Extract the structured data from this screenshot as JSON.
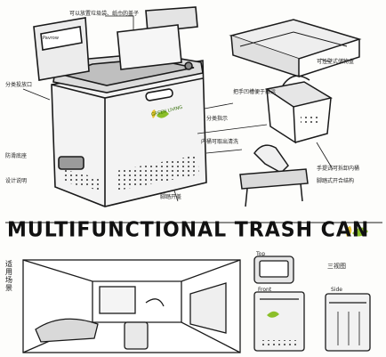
{
  "title": "MULTIFUNCTIONAL TRASH CAN",
  "brand": "GREEN LIVING",
  "lid_tag": "Pavrow",
  "labels": {
    "top_note": "可以放置垃圾袋、纸巾的盖子",
    "right_top_note": "可挂壁式储物盒",
    "left_mid_note": "分类投放口",
    "left_mid2": "设计说明",
    "center_note1": "把手凹槽便于搬运",
    "center_note2": "分类指示",
    "center_note3": "内桶可取出清洗",
    "bottom_mid_note": "脚踏开盖",
    "bottom_left_note": "防滑底座",
    "right_mid_note": "手提式可拆卸内桶",
    "right_low_note": "脚踏式开合结构",
    "scene_label": "适用场景",
    "views_label": "三视图",
    "view_front": "Front",
    "view_side": "Side",
    "view_top": "Top"
  },
  "colors": {
    "ink": "#1a1a1a",
    "accent_green": "#8bbf2a",
    "accent_yellow": "#e6c22e"
  }
}
